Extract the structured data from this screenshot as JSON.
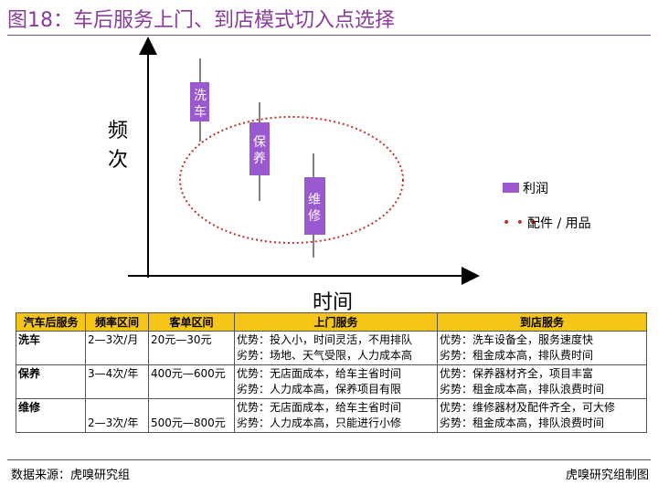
{
  "title": "图18：车后服务上门、到店模式切入点选择",
  "diagram": {
    "y_axis_label": "频次",
    "x_axis_label": "时间",
    "boxes": [
      {
        "label": "洗车"
      },
      {
        "label": "保养"
      },
      {
        "label": "维修"
      }
    ],
    "legend": {
      "profit": "利润",
      "parts": "配件 / 用品",
      "parts_marker": "• • •"
    },
    "colors": {
      "box": "#9b59d0",
      "ellipse": "#c0302a",
      "header": "#f5c518",
      "title": "#8a3c9a"
    }
  },
  "table": {
    "headers": [
      "汽车后服务",
      "频率区间",
      "客单区间",
      "上门服务",
      "到店服务"
    ],
    "rows": [
      {
        "service": "洗车",
        "freq": "2—3次/月",
        "price": "20元—30元",
        "door": [
          "优势：投入小，时间灵活，不用排队",
          "劣势：场地、天气受限，人力成本高"
        ],
        "store": [
          "优势：洗车设备全，服务速度快",
          "劣势：租金成本高，排队费时间"
        ]
      },
      {
        "service": "保养",
        "freq": "3—4次/年",
        "price": "400元—600元",
        "door": [
          "优势：无店面成本，给车主省时间",
          "劣势：人力成本高，保养项目有限"
        ],
        "store": [
          "优势：保养器材齐全，项目丰富",
          "劣势：租金成本高，排队浪费时间"
        ]
      },
      {
        "service": "维修",
        "freq": "2—3次/年",
        "price": "500元—800元",
        "door": [
          "优势：无店面成本，给车主省时间",
          "劣势：人力成本高，只能进行小修"
        ],
        "store": [
          "优势：维修器材及配件齐全，可大修",
          "劣势：租金成本高，排队浪费时间"
        ]
      }
    ]
  },
  "footer": {
    "source": "数据来源：虎嗅研究组",
    "credit": "虎嗅研究组制图"
  }
}
